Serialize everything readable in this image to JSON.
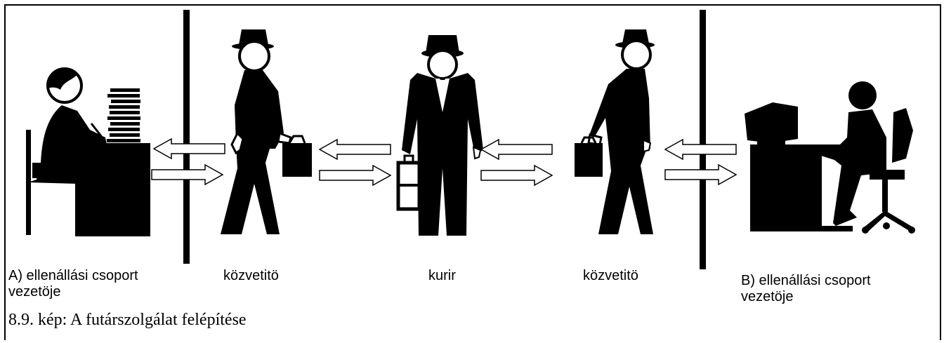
{
  "labels": {
    "leader_a": "A) ellenállási csoport",
    "leader_a_line2": "vezetöje",
    "intermediary_left": "közvetitö",
    "courier": "kurir",
    "intermediary_right": "közvetitö",
    "leader_b": "B) ellenállási csoport",
    "leader_b_line2": "vezetöje"
  },
  "caption": "8.9. kép: A futárszolgálat felépítése",
  "colors": {
    "ink": "#000000",
    "paper": "#ffffff"
  },
  "icons": [
    "writing-person-at-desk-icon",
    "walking-man-with-briefcase-icon",
    "standing-courier-icon",
    "person-at-computer-icon",
    "double-arrow-icon"
  ]
}
